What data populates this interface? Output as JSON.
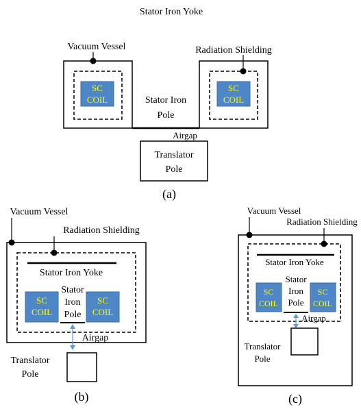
{
  "panel_a": {
    "yoke_label": "Stator Iron Yoke",
    "vessel_label": "Vacuum Vessel",
    "shield_label": "Radiation Shielding",
    "coil_left": [
      "SC",
      "COIL"
    ],
    "coil_right": [
      "SC",
      "COIL"
    ],
    "pole_label": [
      "Stator Iron",
      "Pole"
    ],
    "airgap_label": "Airgap",
    "translator_label": [
      "Translator",
      "Pole"
    ],
    "caption": "(a)"
  },
  "panel_b": {
    "vessel_label": "Vacuum Vessel",
    "shield_label": "Radiation Shielding",
    "yoke_label": "Stator Iron Yoke",
    "pole_label": [
      "Stator",
      "Iron",
      "Pole"
    ],
    "coil_left": [
      "SC",
      "COIL"
    ],
    "coil_right": [
      "SC",
      "COIL"
    ],
    "airgap_label": "Airgap",
    "translator_label": [
      "Translator",
      "Pole"
    ],
    "caption": "(b)"
  },
  "panel_c": {
    "vessel_label": "Vacuum Vessel",
    "shield_label": "Radiation Shielding",
    "yoke_label": "Stator Iron Yoke",
    "pole_label": [
      "Stator",
      "Iron",
      "Pole"
    ],
    "coil_left": [
      "SC",
      "COIL"
    ],
    "coil_right": [
      "SC",
      "COIL"
    ],
    "airgap_label": "Airgap",
    "translator_label": [
      "Translator",
      "Pole"
    ],
    "caption": "(c)"
  },
  "colors": {
    "coil_fill": "#4f86c6",
    "coil_text": "#ffff00",
    "arrow": "#5b9bd5",
    "line": "#000000"
  }
}
